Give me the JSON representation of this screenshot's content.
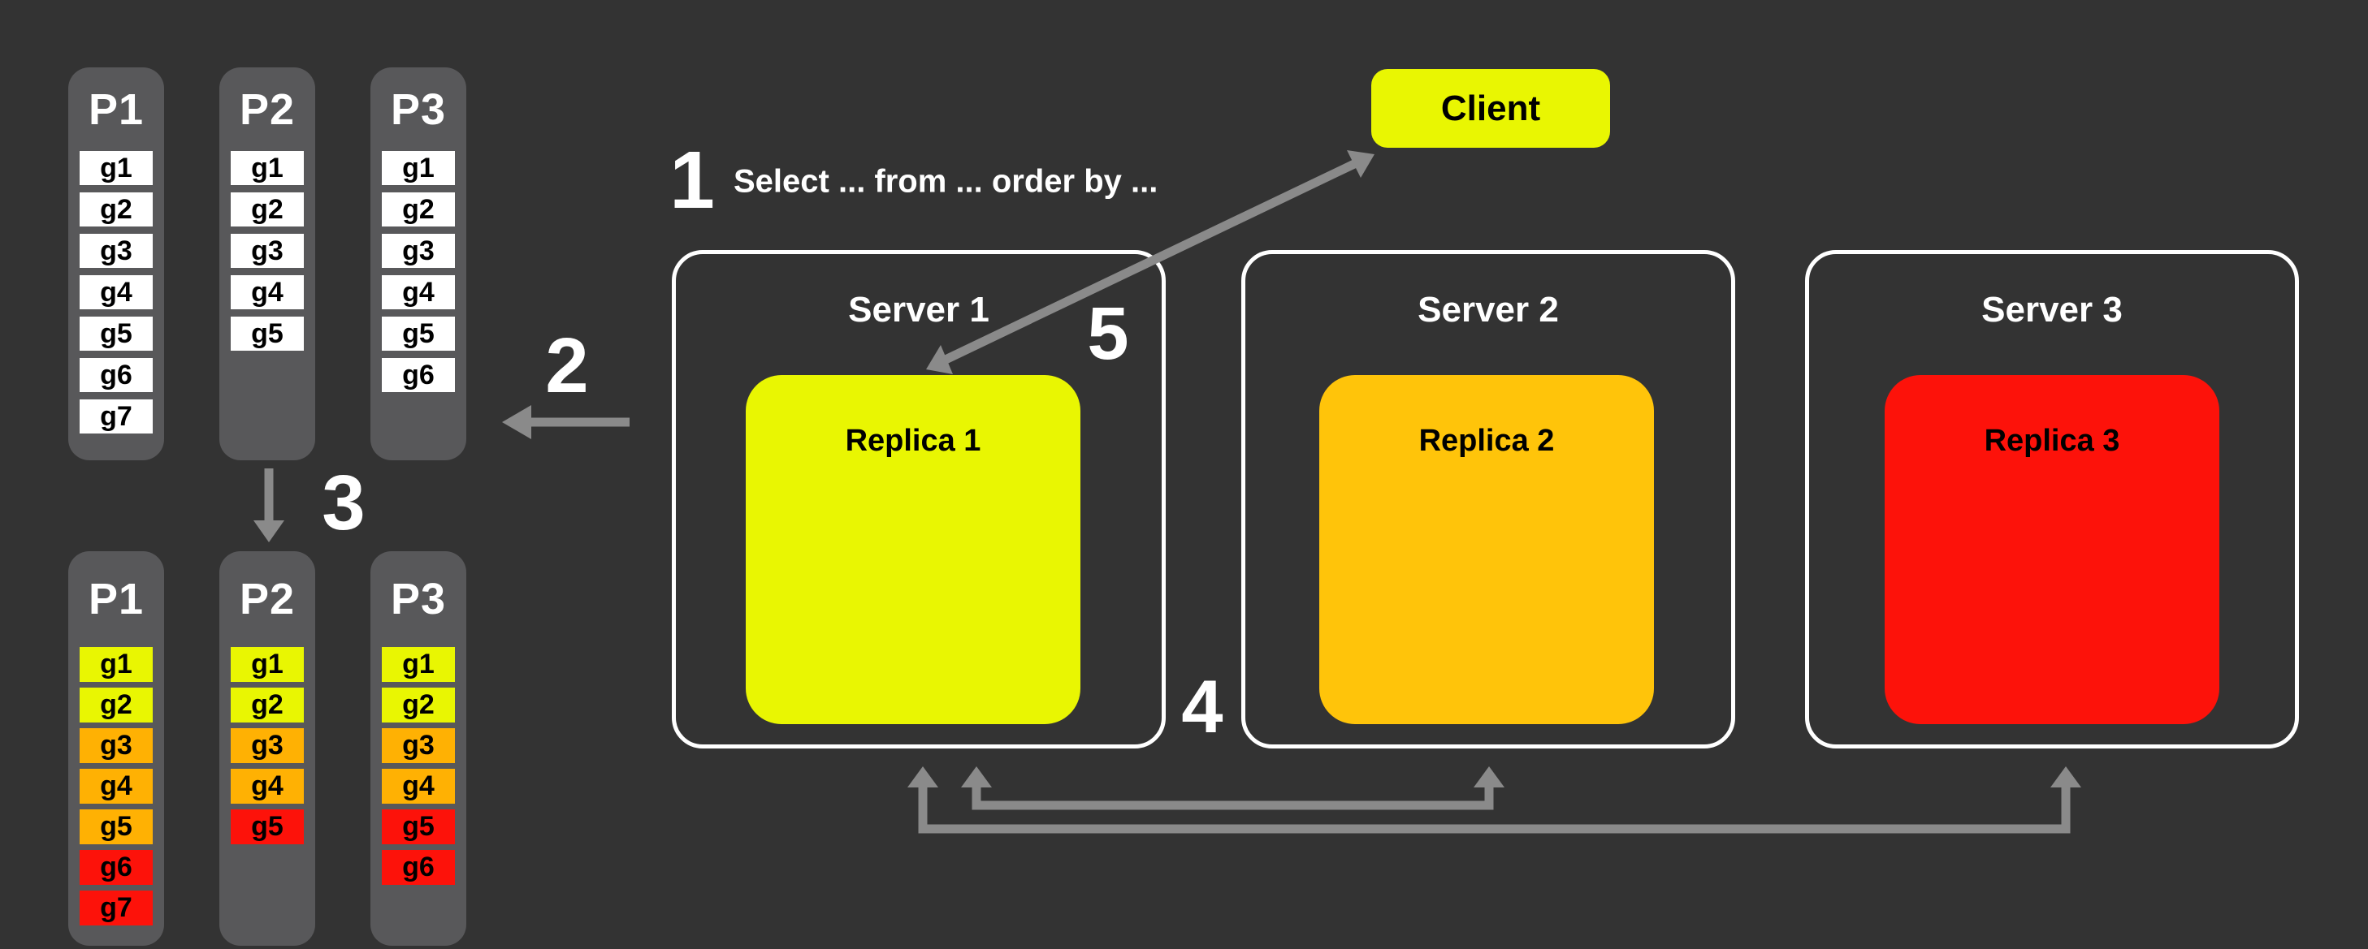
{
  "background": "#333333",
  "colors": {
    "yellow": "#e9f602",
    "orange": "#ffb103",
    "orange_replica": "#ffc40a",
    "red": "#fd120a",
    "white": "#ffffff",
    "black": "#000000",
    "arrow_gray": "#8a8a8a",
    "column_gray": "#58585a",
    "server_border": "#ffffff"
  },
  "steps": {
    "s1": "1",
    "s2": "2",
    "s3": "3",
    "s4": "4",
    "s5": "5"
  },
  "query_text": "Select ... from ... order by ...",
  "client": {
    "label": "Client"
  },
  "servers": [
    {
      "title": "Server 1",
      "replica_label": "Replica 1",
      "replica_color": "yellow"
    },
    {
      "title": "Server 2",
      "replica_label": "Replica 2",
      "replica_color": "orange_replica"
    },
    {
      "title": "Server 3",
      "replica_label": "Replica 3",
      "replica_color": "red"
    }
  ],
  "partitions_before": [
    {
      "title": "P1",
      "cells": [
        {
          "label": "g1",
          "color": "white"
        },
        {
          "label": "g2",
          "color": "white"
        },
        {
          "label": "g3",
          "color": "white"
        },
        {
          "label": "g4",
          "color": "white"
        },
        {
          "label": "g5",
          "color": "white"
        },
        {
          "label": "g6",
          "color": "white"
        },
        {
          "label": "g7",
          "color": "white"
        }
      ]
    },
    {
      "title": "P2",
      "cells": [
        {
          "label": "g1",
          "color": "white"
        },
        {
          "label": "g2",
          "color": "white"
        },
        {
          "label": "g3",
          "color": "white"
        },
        {
          "label": "g4",
          "color": "white"
        },
        {
          "label": "g5",
          "color": "white"
        }
      ]
    },
    {
      "title": "P3",
      "cells": [
        {
          "label": "g1",
          "color": "white"
        },
        {
          "label": "g2",
          "color": "white"
        },
        {
          "label": "g3",
          "color": "white"
        },
        {
          "label": "g4",
          "color": "white"
        },
        {
          "label": "g5",
          "color": "white"
        },
        {
          "label": "g6",
          "color": "white"
        }
      ]
    }
  ],
  "partitions_after": [
    {
      "title": "P1",
      "cells": [
        {
          "label": "g1",
          "color": "yellow"
        },
        {
          "label": "g2",
          "color": "yellow"
        },
        {
          "label": "g3",
          "color": "orange"
        },
        {
          "label": "g4",
          "color": "orange"
        },
        {
          "label": "g5",
          "color": "orange"
        },
        {
          "label": "g6",
          "color": "red"
        },
        {
          "label": "g7",
          "color": "red"
        }
      ]
    },
    {
      "title": "P2",
      "cells": [
        {
          "label": "g1",
          "color": "yellow"
        },
        {
          "label": "g2",
          "color": "yellow"
        },
        {
          "label": "g3",
          "color": "orange"
        },
        {
          "label": "g4",
          "color": "orange"
        },
        {
          "label": "g5",
          "color": "red"
        }
      ]
    },
    {
      "title": "P3",
      "cells": [
        {
          "label": "g1",
          "color": "yellow"
        },
        {
          "label": "g2",
          "color": "yellow"
        },
        {
          "label": "g3",
          "color": "orange"
        },
        {
          "label": "g4",
          "color": "orange"
        },
        {
          "label": "g5",
          "color": "red"
        },
        {
          "label": "g6",
          "color": "red"
        }
      ]
    }
  ]
}
